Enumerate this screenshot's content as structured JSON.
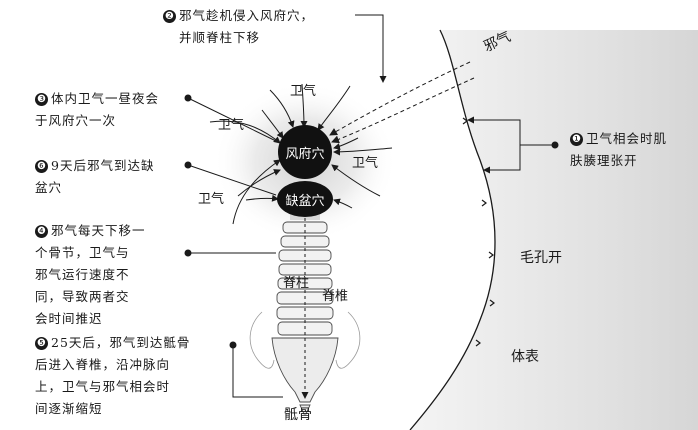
{
  "notes": [
    {
      "num": "❷",
      "lines": [
        "邪气趁机侵入风府穴，",
        "并顺脊柱下移"
      ]
    },
    {
      "num": "❸",
      "lines": [
        "体内卫气一昼夜会",
        "于风府穴一次"
      ]
    },
    {
      "num": "❻",
      "lines": [
        "9天后邪气到达缺",
        "盆穴"
      ]
    },
    {
      "num": "❹",
      "lines": [
        "邪气每天下移一",
        "个骨节，卫气与",
        "邪气运行速度不",
        "同，导致两者交",
        "会时间推迟"
      ]
    },
    {
      "num": "❺",
      "lines": [
        "25天后，邪气到达骶骨",
        "后进入脊椎，沿冲脉向",
        "上，卫气与邪气相会时",
        "间逐渐缩短"
      ]
    },
    {
      "num": "❶",
      "lines": [
        "卫气相会时肌",
        "肤腠理张开"
      ]
    }
  ],
  "labels": {
    "weiqi": "卫气",
    "xieqi": "邪气",
    "fengfu": "风府穴",
    "quepen": "缺盆穴",
    "jizhu": "脊柱",
    "jizhui": "脊椎",
    "maokong": "毛孔开",
    "tibiao": "体表",
    "digu": "骶骨"
  },
  "colors": {
    "ink": "#1a1a1a",
    "skin": "#e4e4e4",
    "node": "#111111"
  }
}
